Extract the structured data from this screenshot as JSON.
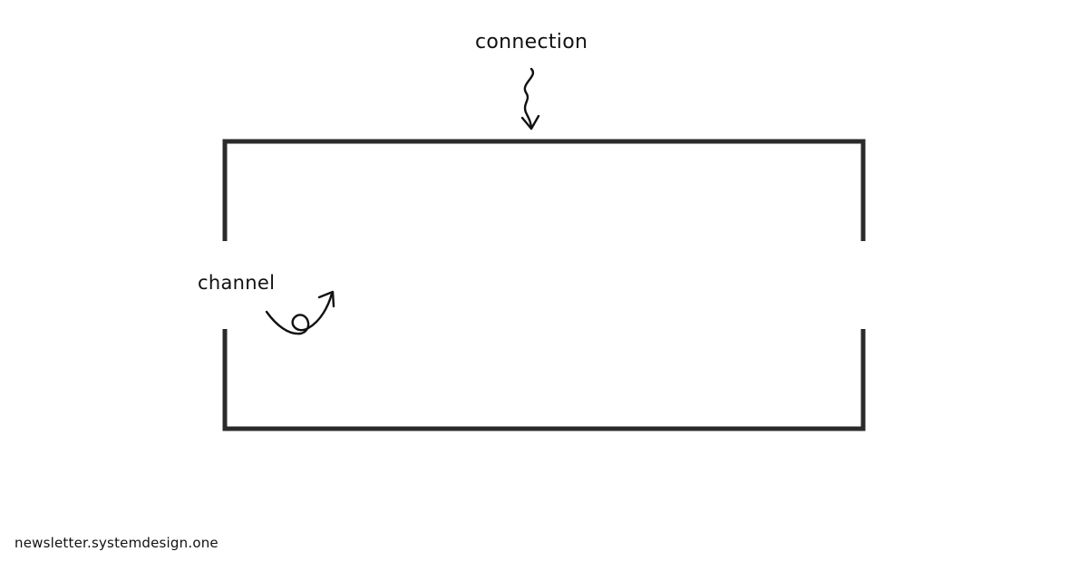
{
  "labels": {
    "connection": "connection",
    "channel": "channel"
  },
  "footer": {
    "site": "newsletter.systemdesign.one"
  },
  "icons": [
    "squiggle-arrow-down-icon",
    "curl-arrow-up-icon"
  ],
  "channels": [
    {
      "id": "blue",
      "color_start": "#2f45c9",
      "color_end": "#6c5cdc"
    },
    {
      "id": "red",
      "color_start": "#ef2e37",
      "color_end": "#f7786a"
    },
    {
      "id": "green",
      "color_start": "#0bb55a",
      "color_end": "#a9dcb5"
    }
  ],
  "colors": {
    "connection_frame": "#2b2b2b",
    "ink": "#111111",
    "background": "#ffffff"
  }
}
